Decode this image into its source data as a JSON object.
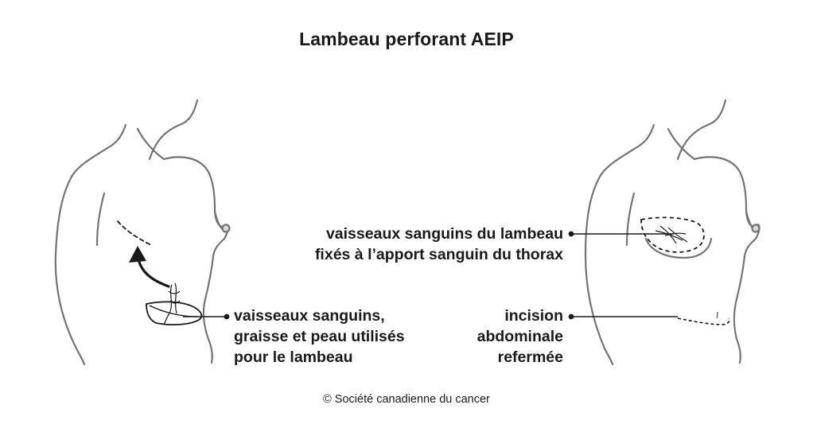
{
  "title": "Lambeau perforant AEIP",
  "labels": {
    "vessels_fat_skin": {
      "line1": "vaisseaux sanguins,",
      "line2": "graisse et peau utilisés",
      "line3": "pour le lambeau"
    },
    "flap_vessels": {
      "line1": "vaisseaux sanguins du lambeau",
      "line2": "fixés à l’apport sanguin du thorax"
    },
    "closed_incision": {
      "line1": "incision",
      "line2": "abdominale",
      "line3": "refermée"
    }
  },
  "credit": "© Société canadienne du cancer",
  "colors": {
    "outline": "#747474",
    "ink": "#1a1a1a",
    "flap_fill": "#ffffff"
  }
}
